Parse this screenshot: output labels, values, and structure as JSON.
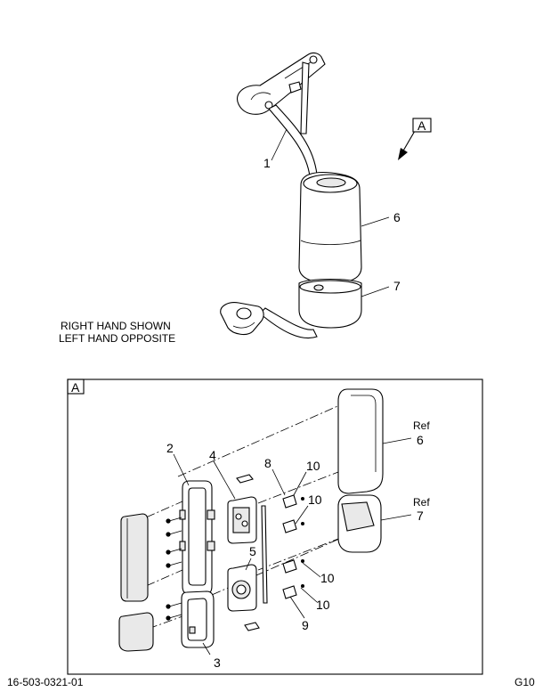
{
  "callouts_upper": {
    "part_1": "1",
    "part_6": "6",
    "part_7": "7",
    "view_a": "A"
  },
  "note": {
    "line1": "RIGHT HAND SHOWN",
    "line2": "LEFT HAND OPPOSITE"
  },
  "detail": {
    "label": "A",
    "callouts": {
      "c2": "2",
      "c3": "3",
      "c4": "4",
      "c5": "5",
      "c8": "8",
      "c9": "9",
      "c10a": "10",
      "c10b": "10",
      "c10c": "10",
      "c10d": "10",
      "ref6_word": "Ref",
      "ref6_num": "6",
      "ref7_word": "Ref",
      "ref7_num": "7"
    }
  },
  "footer": {
    "drawing_number": "16-503-0321-01",
    "sheet": "G10"
  }
}
